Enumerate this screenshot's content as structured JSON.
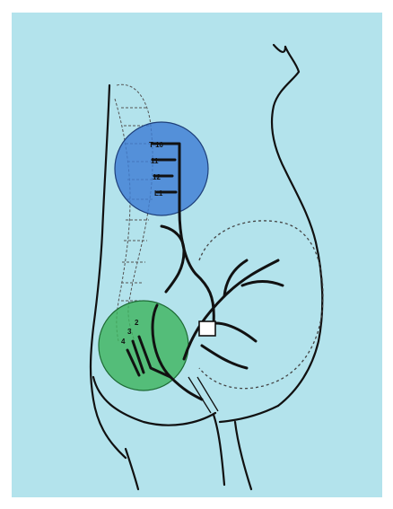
{
  "colors": {
    "background": "#b3e3ec",
    "page": "#ffffff",
    "ink": "#111111",
    "upper_zone": "#3f7ed4",
    "lower_zone": "#3fb45f"
  },
  "vertebra_labels": {
    "t10": "T 10",
    "t11": "11",
    "t12": "12",
    "l1": "L1"
  },
  "sacral_labels": {
    "s2": "2",
    "s3": "3",
    "s4": "4"
  }
}
